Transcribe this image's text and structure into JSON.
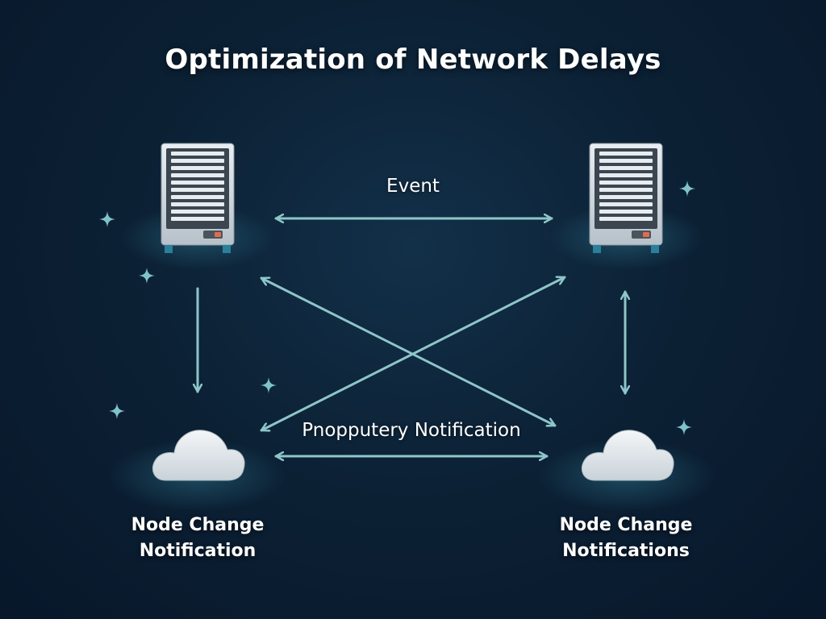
{
  "title": "Optimization of Network Delays",
  "edges": {
    "top_label": "Event",
    "bottom_label": "Pnopputery Notification"
  },
  "nodes": {
    "left_server": {
      "icon": "server-icon"
    },
    "right_server": {
      "icon": "server-icon"
    },
    "left_cloud": {
      "icon": "cloud-icon",
      "label_line1": "Node Change",
      "label_line2": "Notification"
    },
    "right_cloud": {
      "icon": "cloud-icon",
      "label_line1": "Node Change",
      "label_line2": "Notifications"
    }
  },
  "colors": {
    "background": "#0c2135",
    "arrow": "#8ec5c9",
    "sparkle": "#7fc3c8",
    "text": "#ffffff"
  }
}
